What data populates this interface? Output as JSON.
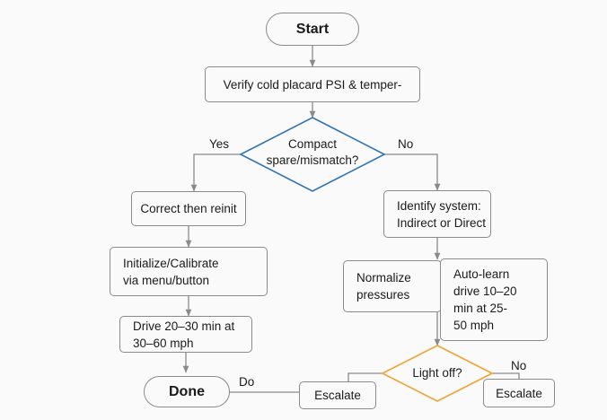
{
  "diagram": {
    "title": "TPMS troubleshooting flowchart",
    "background": "#FAFAFA",
    "colors": {
      "node_stroke": "#8A8A8A",
      "edge_stroke": "#8A8A8A",
      "decision_blue": "#2E75B6",
      "decision_orange": "#EDA52B",
      "text": "#1A1A1A"
    }
  },
  "nodes": {
    "start": {
      "label": "Start",
      "shape": "terminal"
    },
    "verify": {
      "label": "Verify cold placard PSI & temper-",
      "shape": "rect"
    },
    "compact_decision": {
      "line1": "Compact",
      "line2": "spare/mismatch?",
      "shape": "diamond",
      "color": "#2E75B6"
    },
    "correct_reinit": {
      "label": "Correct then reinit",
      "shape": "rect"
    },
    "initialize": {
      "line1": "Initialize/Calibrate",
      "line2": "via menu/button",
      "shape": "rect"
    },
    "drive": {
      "line1": "Drive 20–30 min at",
      "line2": "30–60 mph",
      "shape": "rect"
    },
    "done": {
      "label": "Done",
      "shape": "terminal"
    },
    "identify": {
      "line1": "Identify system:",
      "line2": "Indirect or Direct",
      "shape": "rect"
    },
    "normalize": {
      "line1": "Normalize",
      "line2": "pressures",
      "shape": "rect"
    },
    "autolearn": {
      "line1": "Auto-learn",
      "line2": "drive 10–20",
      "line3": "min at 25-",
      "line4": "50 mph",
      "shape": "rect"
    },
    "light_decision": {
      "label": "Light off?",
      "shape": "diamond",
      "color": "#EDA52B"
    },
    "escalate_left": {
      "label": "Escalate",
      "shape": "rect"
    },
    "escalate_right": {
      "label": "Escalate",
      "shape": "rect"
    }
  },
  "edge_labels": {
    "yes": "Yes",
    "no_compact": "No",
    "do": "Do",
    "no_light": "No"
  }
}
